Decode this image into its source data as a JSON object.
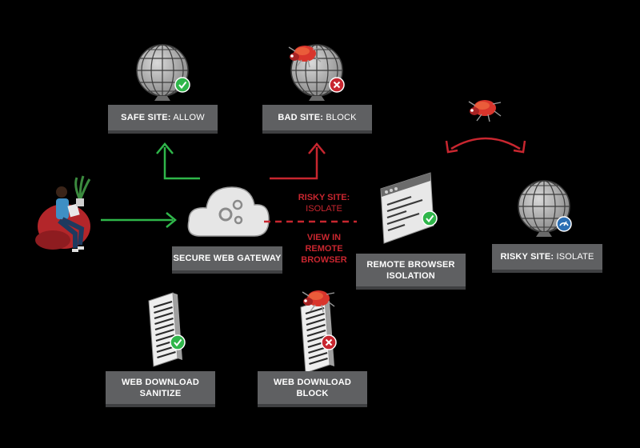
{
  "labels": {
    "safe_site": {
      "bold": "SAFE SITE:",
      "rest": "ALLOW"
    },
    "bad_site": {
      "bold": "BAD SITE:",
      "rest": "BLOCK"
    },
    "gateway": {
      "bold": "SECURE WEB GATEWAY"
    },
    "rbi": {
      "line1": "REMOTE BROWSER",
      "line2": "ISOLATION"
    },
    "risky_site": {
      "bold": "RISKY SITE:",
      "rest": "ISOLATE"
    },
    "download_sanitize": {
      "line1": "WEB DOWNLOAD",
      "line2": "SANITIZE"
    },
    "download_block": {
      "line1": "WEB DOWNLOAD",
      "line2": "BLOCK"
    }
  },
  "annotations": {
    "risky_isolate": {
      "line1": "RISKY SITE:",
      "line2": "ISOLATE"
    },
    "view_remote": {
      "line1": "VIEW IN",
      "line2": "REMOTE",
      "line3": "BROWSER"
    }
  },
  "colors": {
    "allow": "#2fb64a",
    "block": "#c8262f",
    "label_bg": "#5f6062"
  }
}
